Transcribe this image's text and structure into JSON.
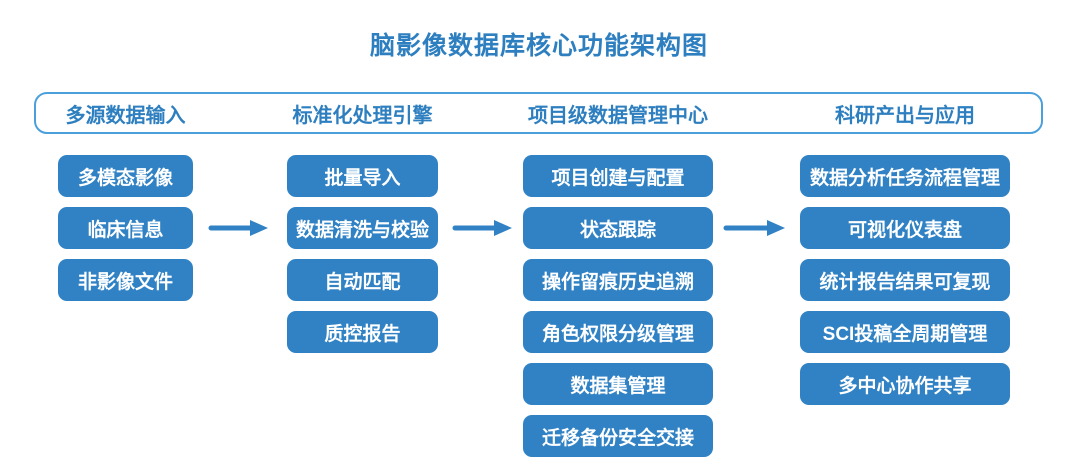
{
  "title": "脑影像数据库核心功能架构图",
  "colors": {
    "box": "#3182c4",
    "arrow": "#3182c4",
    "heading": "#2e7fc0",
    "band_border": "#4ba0dc",
    "node_text": "#ffffff",
    "background": "#ffffff"
  },
  "columns": [
    {
      "header": "多源数据输入",
      "items": [
        "多模态影像",
        "临床信息",
        "非影像文件"
      ]
    },
    {
      "header": "标准化处理引擎",
      "items": [
        "批量导入",
        "数据清洗与校验",
        "自动匹配",
        "质控报告"
      ]
    },
    {
      "header": "项目级数据管理中心",
      "items": [
        "项目创建与配置",
        "状态跟踪",
        "操作留痕历史追溯",
        "角色权限分级管理",
        "数据集管理",
        "迁移备份安全交接"
      ]
    },
    {
      "header": "科研产出与应用",
      "items": [
        "数据分析任务流程管理",
        "可视化仪表盘",
        "统计报告结果可复现",
        "SCI投稿全周期管理",
        "多中心协作共享"
      ]
    }
  ],
  "arrows": [
    {
      "from": "多源数据输入",
      "to": "标准化处理引擎"
    },
    {
      "from": "标准化处理引擎",
      "to": "项目级数据管理中心"
    },
    {
      "from": "项目级数据管理中心",
      "to": "科研产出与应用"
    }
  ]
}
